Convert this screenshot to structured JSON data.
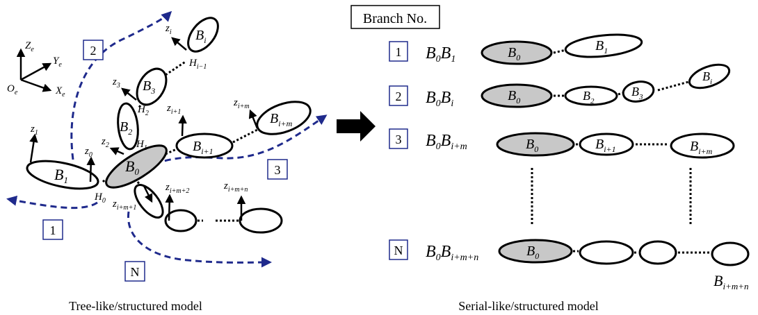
{
  "captions": {
    "left": "Tree-like/structured model",
    "right": "Serial-like/structured model"
  },
  "header": {
    "branch_no": "Branch No."
  },
  "axes": {
    "origin": "O",
    "origin_sub": "e",
    "x": "X",
    "x_sub": "e",
    "y": "Y",
    "y_sub": "e",
    "z": "Z",
    "z_sub": "e"
  },
  "tree": {
    "bodies": [
      {
        "id": "B0",
        "base": "B",
        "sub": "0"
      },
      {
        "id": "B1",
        "base": "B",
        "sub": "1"
      },
      {
        "id": "B2",
        "base": "B",
        "sub": "2"
      },
      {
        "id": "B3",
        "base": "B",
        "sub": "3"
      },
      {
        "id": "Bi",
        "base": "B",
        "sub": "i"
      },
      {
        "id": "Bi1",
        "base": "B",
        "sub": "i+1"
      },
      {
        "id": "Bim",
        "base": "B",
        "sub": "i+m"
      }
    ],
    "joints": [
      {
        "base": "H",
        "sub": "0"
      },
      {
        "base": "H",
        "sub": "1"
      },
      {
        "base": "H",
        "sub": "2"
      },
      {
        "base": "H",
        "sub": "i−1"
      }
    ],
    "z_labels": [
      {
        "base": "z",
        "sub": "0"
      },
      {
        "base": "z",
        "sub": "1"
      },
      {
        "base": "z",
        "sub": "2"
      },
      {
        "base": "z",
        "sub": "3"
      },
      {
        "base": "z",
        "sub": "i"
      },
      {
        "base": "z",
        "sub": "i+1"
      },
      {
        "base": "z",
        "sub": "i+m"
      },
      {
        "base": "z",
        "sub": "i+m+1"
      },
      {
        "base": "z",
        "sub": "i+m+2"
      },
      {
        "base": "z",
        "sub": "i+m+n"
      }
    ],
    "branch_labels": [
      "1",
      "2",
      "3",
      "N"
    ]
  },
  "serial": {
    "rows": [
      {
        "no": "1",
        "label_base": "B",
        "label_sub0": "0",
        "label_base2": "B",
        "label_sub": "1",
        "bodies": [
          {
            "base": "B",
            "sub": "0"
          },
          {
            "base": "B",
            "sub": "1"
          }
        ]
      },
      {
        "no": "2",
        "label_base": "B",
        "label_sub0": "0",
        "label_base2": "B",
        "label_sub": "i",
        "bodies": [
          {
            "base": "B",
            "sub": "0"
          },
          {
            "base": "B",
            "sub": "2"
          },
          {
            "base": "B",
            "sub": "3"
          },
          {
            "base": "B",
            "sub": "i"
          }
        ]
      },
      {
        "no": "3",
        "label_base": "B",
        "label_sub0": "0",
        "label_base2": "B",
        "label_sub": "i+m",
        "bodies": [
          {
            "base": "B",
            "sub": "0"
          },
          {
            "base": "B",
            "sub": "i+1"
          },
          {
            "base": "B",
            "sub": "i+m"
          }
        ]
      },
      {
        "no": "N",
        "label_base": "B",
        "label_sub0": "0",
        "label_base2": "B",
        "label_sub": "i+m+n",
        "bodies": [
          {
            "base": "B",
            "sub": "0"
          }
        ],
        "tail": {
          "base": "B",
          "sub": "i+m+n"
        }
      }
    ]
  }
}
